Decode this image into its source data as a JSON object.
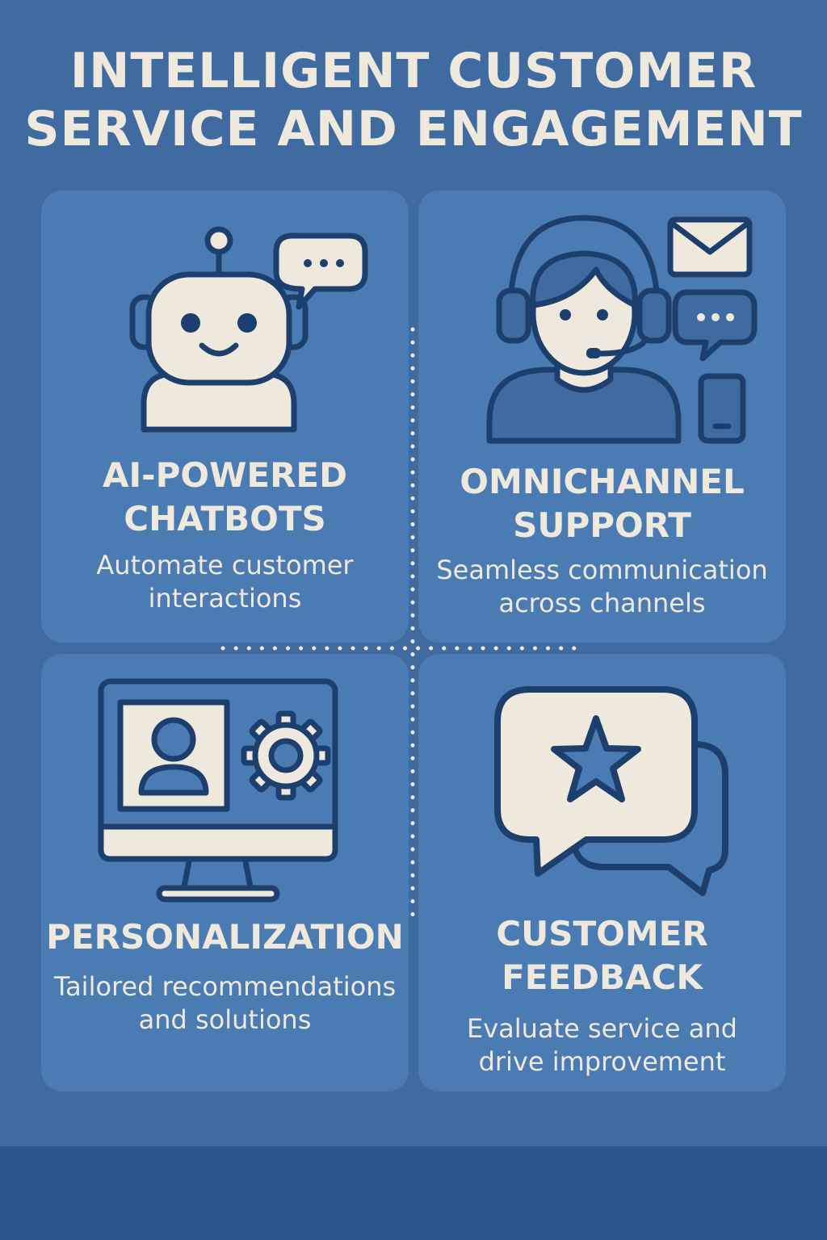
{
  "title": {
    "line1": "INTELLIGENT CUSTOMER",
    "line2": "SERVICE AND ENGAGEMENT"
  },
  "colors": {
    "background": "#3f6ba1",
    "card": "#4a7bb2",
    "stroke": "#1d3f6e",
    "fill_light": "#efe9dd",
    "footer": "#2c558a"
  },
  "cards": [
    {
      "title_lines": [
        "AI-POWERED",
        "CHATBOTS"
      ],
      "desc_lines": [
        "Automate customer",
        "interactions"
      ],
      "icon": "robot-chat-icon"
    },
    {
      "title_lines": [
        "OMNICHANNEL",
        "SUPPORT"
      ],
      "desc_lines": [
        "Seamless communication",
        "across channels"
      ],
      "icon": "support-agent-icon"
    },
    {
      "title_lines": [
        "PERSONALIZATION"
      ],
      "desc_lines": [
        "Tailored recommendations",
        "and solutions"
      ],
      "icon": "monitor-user-gear-icon"
    },
    {
      "title_lines": [
        "CUSTOMER",
        "FEEDBACK"
      ],
      "desc_lines": [
        "Evaluate service and",
        "drive improvement"
      ],
      "icon": "star-feedback-icon"
    }
  ]
}
